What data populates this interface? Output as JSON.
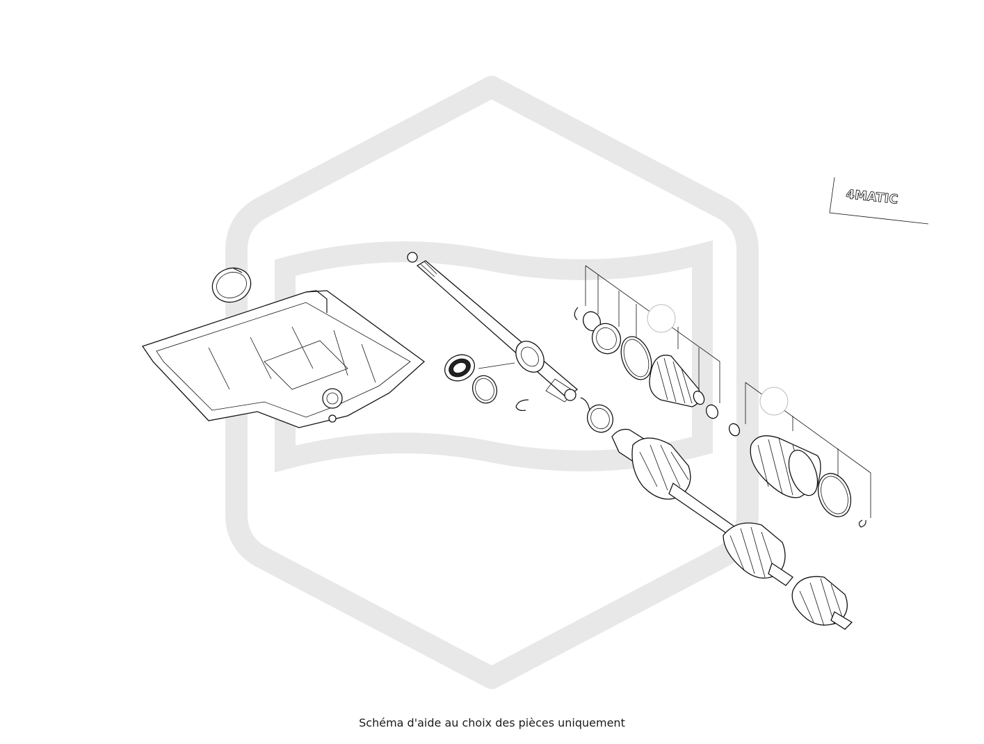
{
  "caption": "Schéma d'aide au choix des pièces uniquement",
  "badge": {
    "text": "4MATIC"
  },
  "watermark": {
    "color": "#e6e6e6"
  },
  "colors": {
    "line": "#111111",
    "background": "#ffffff"
  },
  "parts": [
    "oil-pan",
    "snap-ring",
    "intermediate-shaft",
    "shaft-bearing",
    "bearing",
    "circlip",
    "seal-ring",
    "boot-clamp",
    "axle-boot",
    "drive-shaft-assembly",
    "outer-cv-joint"
  ]
}
